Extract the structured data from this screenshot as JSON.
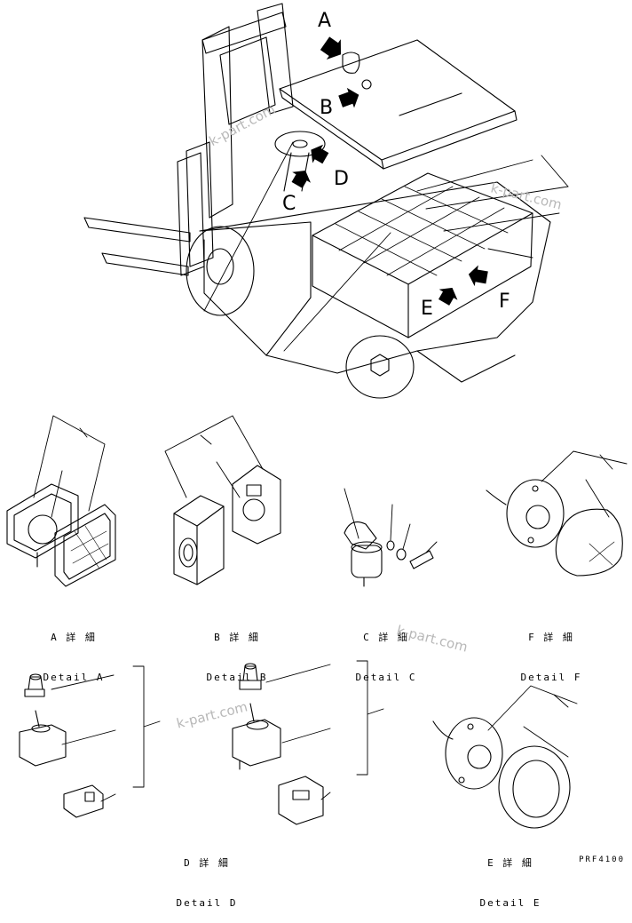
{
  "callouts": [
    "A",
    "B",
    "C",
    "D",
    "E",
    "F"
  ],
  "details": [
    {
      "id": "A",
      "jp": "A 詳 細",
      "en": "Detail A"
    },
    {
      "id": "B",
      "jp": "B 詳 細",
      "en": "Detail B"
    },
    {
      "id": "C",
      "jp": "C 詳 細",
      "en": "Detail C"
    },
    {
      "id": "F",
      "jp": "F 詳 細",
      "en": "Detail F"
    },
    {
      "id": "D",
      "jp": "D 詳 細",
      "en": "Detail D"
    },
    {
      "id": "E",
      "jp": "E 詳 細",
      "en": "Detail E"
    }
  ],
  "watermark": "k-part.com",
  "drawing_code": "PRF4100"
}
